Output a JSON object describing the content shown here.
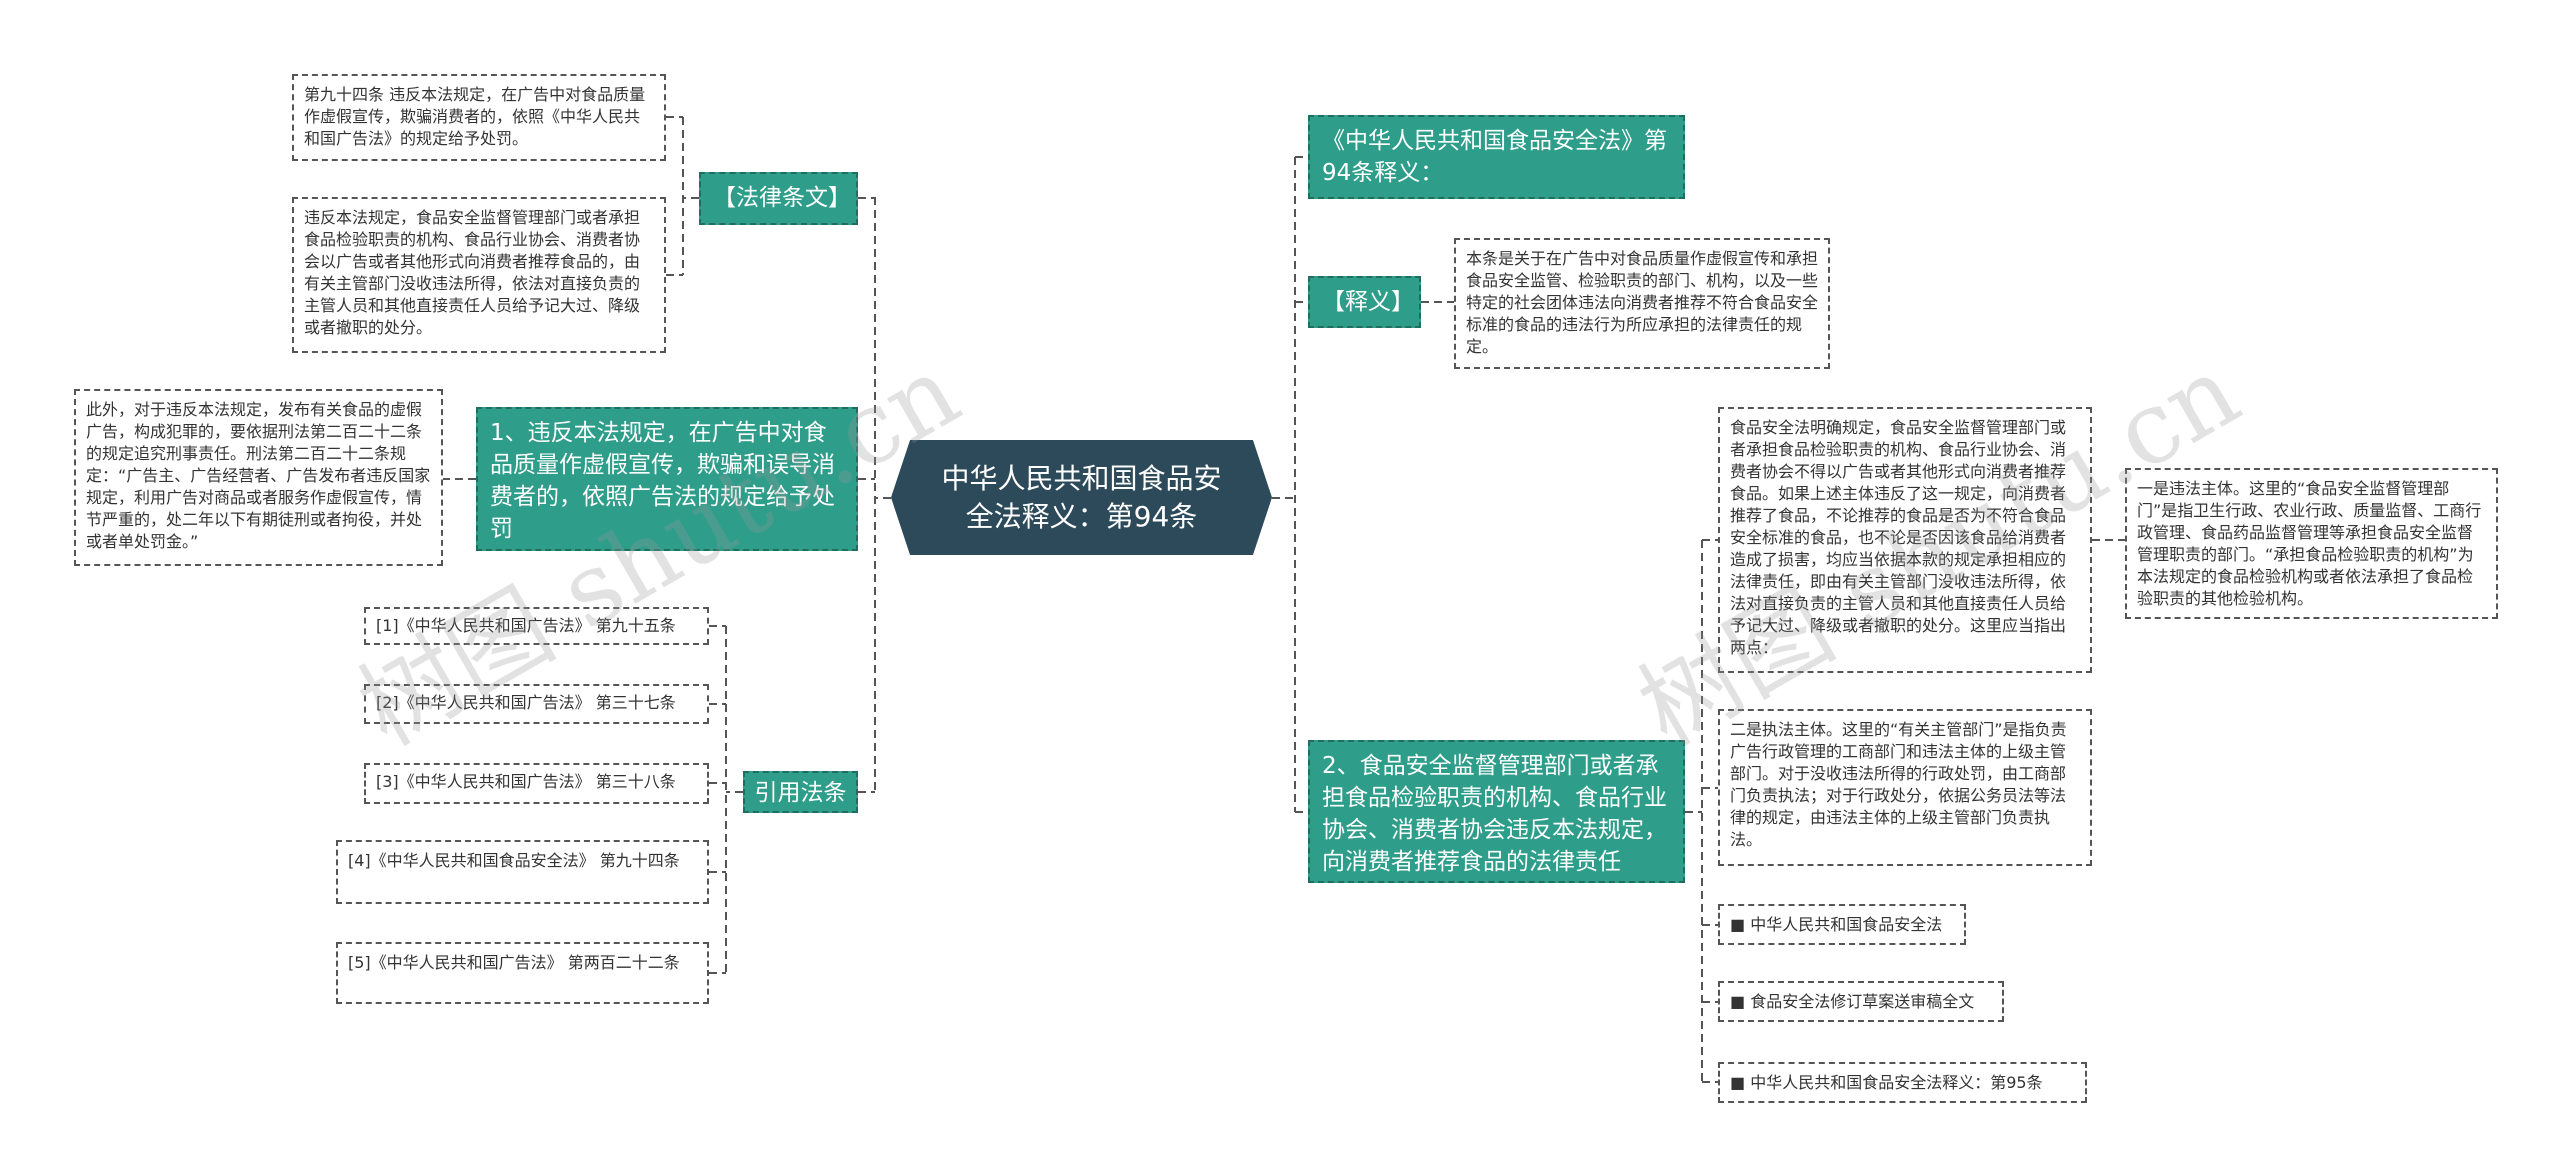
{
  "center": {
    "title": "中华人民共和国食品安全法释义：第94条"
  },
  "left": {
    "law_node": {
      "label": "【法律条文】",
      "items": [
        "第九十四条 违反本法规定，在广告中对食品质量作虚假宣传，欺骗消费者的，依照《中华人民共和国广告法》的规定给予处罚。",
        "违反本法规定，食品安全监督管理部门或者承担食品检验职责的机构、食品行业协会、消费者协会以广告或者其他形式向消费者推荐食品的，由有关主管部门没收违法所得，依法对直接负责的主管人员和其他直接责任人员给予记大过、降级或者撤职的处分。"
      ]
    },
    "point1": {
      "label": "1、违反本法规定，在广告中对食品质量作虚假宣传，欺骗和误导消费者的，依照广告法的规定给予处罚",
      "detail": "此外，对于违反本法规定，发布有关食品的虚假广告，构成犯罪的，要依据刑法第二百二十二条的规定追究刑事责任。刑法第二百二十二条规定：“广告主、广告经营者、广告发布者违反国家规定，利用广告对商品或者服务作虚假宣传，情节严重的，处二年以下有期徒刑或者拘役，并处或者单处罚金。”"
    },
    "citations": {
      "label": "引用法条",
      "items": [
        "[1]《中华人民共和国广告法》 第九十五条",
        "[2]《中华人民共和国广告法》 第三十七条",
        "[3]《中华人民共和国广告法》 第三十八条",
        "[4]《中华人民共和国食品安全法》 第九十四条",
        "[5]《中华人民共和国广告法》 第两百二十二条"
      ]
    }
  },
  "right": {
    "heading": "《中华人民共和国食品安全法》第94条释义：",
    "interpretation": {
      "label": "【释义】",
      "text": "本条是关于在广告中对食品质量作虚假宣传和承担食品安全监管、检验职责的部门、机构，以及一些特定的社会团体违法向消费者推荐不符合食品安全标准的食品的违法行为所应承担的法律责任的规定。"
    },
    "point2": {
      "label": "2、食品安全监督管理部门或者承担食品检验职责的机构、食品行业协会、消费者协会违反本法规定，向消费者推荐食品的法律责任",
      "detail": "食品安全法明确规定，食品安全监督管理部门或者承担食品检验职责的机构、食品行业协会、消费者协会不得以广告或者其他形式向消费者推荐食品。如果上述主体违反了这一规定，向消费者推荐了食品，不论推荐的食品是否为不符合食品安全标准的食品，也不论是否因该食品给消费者造成了损害，均应当依据本款的规定承担相应的法律责任，即由有关主管部门没收违法所得，依法对直接负责的主管人员和其他直接责任人员给予记大过、降级或者撤职的处分。这里应当指出两点：",
      "point_one": "一是违法主体。这里的“食品安全监督管理部门”是指卫生行政、农业行政、质量监督、工商行政管理、食品药品监督管理等承担食品安全监督管理职责的部门。“承担食品检验职责的机构”为本法规定的食品检验机构或者依法承担了食品检验职责的其他检验机构。",
      "point_two": "二是执法主体。这里的“有关主管部门”是指负责广告行政管理的工商部门和违法主体的上级主管部门。对于没收违法所得的行政处罚，由工商部门负责执法；对于行政处分，依据公务员法等法律的规定，由违法主体的上级主管部门负责执法。",
      "links": [
        "■ 中华人民共和国食品安全法",
        "■ 食品安全法修订草案送审稿全文",
        "■ 中华人民共和国食品安全法释义：第95条"
      ]
    }
  },
  "watermark": "树图 shutu.cn",
  "colors": {
    "node": "#2e9e8b",
    "center": "#2c4a5a",
    "line": "#555555"
  }
}
